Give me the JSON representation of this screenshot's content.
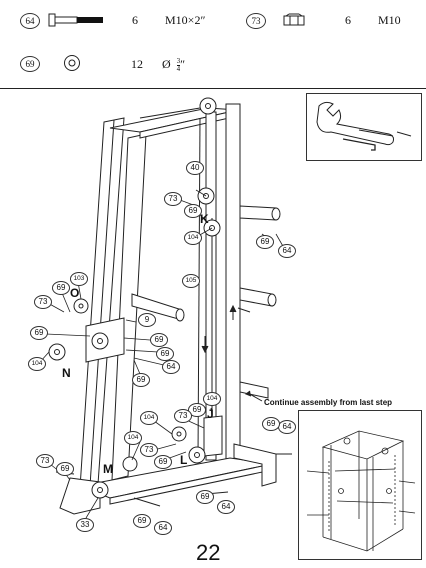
{
  "parts_list": [
    {
      "id": "64",
      "qty": "6",
      "spec": "M10×2″"
    },
    {
      "id": "73",
      "qty": "6",
      "spec": "M10"
    },
    {
      "id": "69",
      "qty": "12",
      "spec_prefix": "Ø",
      "spec_num": "3",
      "spec_den": "4",
      "spec_unit": "″"
    }
  ],
  "callouts": {
    "c40": "40",
    "c73a": "73",
    "c69a": "69",
    "c104a": "104",
    "c69b": "69",
    "c64a": "64",
    "c103": "103",
    "c69c": "69",
    "c73b": "73",
    "c105": "105",
    "c69d": "69",
    "c9": "9",
    "c69e": "69",
    "c104b": "104",
    "c69f": "69",
    "c64b": "64",
    "c69g": "69",
    "c104c": "104",
    "c69h": "69",
    "c64c": "64",
    "c104d": "104",
    "c73c": "73",
    "c104e": "104",
    "c73d": "73",
    "c69i": "69",
    "c69j": "69",
    "c73e": "73",
    "c69k": "69",
    "c69l": "69",
    "c64d": "64",
    "c69m": "69",
    "c64e": "64",
    "c33": "33"
  },
  "letters": {
    "K": "K",
    "O": "O",
    "N": "N",
    "J": "J",
    "M": "M",
    "L": "L"
  },
  "note": "Continue assembly from last step",
  "page_number": "22"
}
